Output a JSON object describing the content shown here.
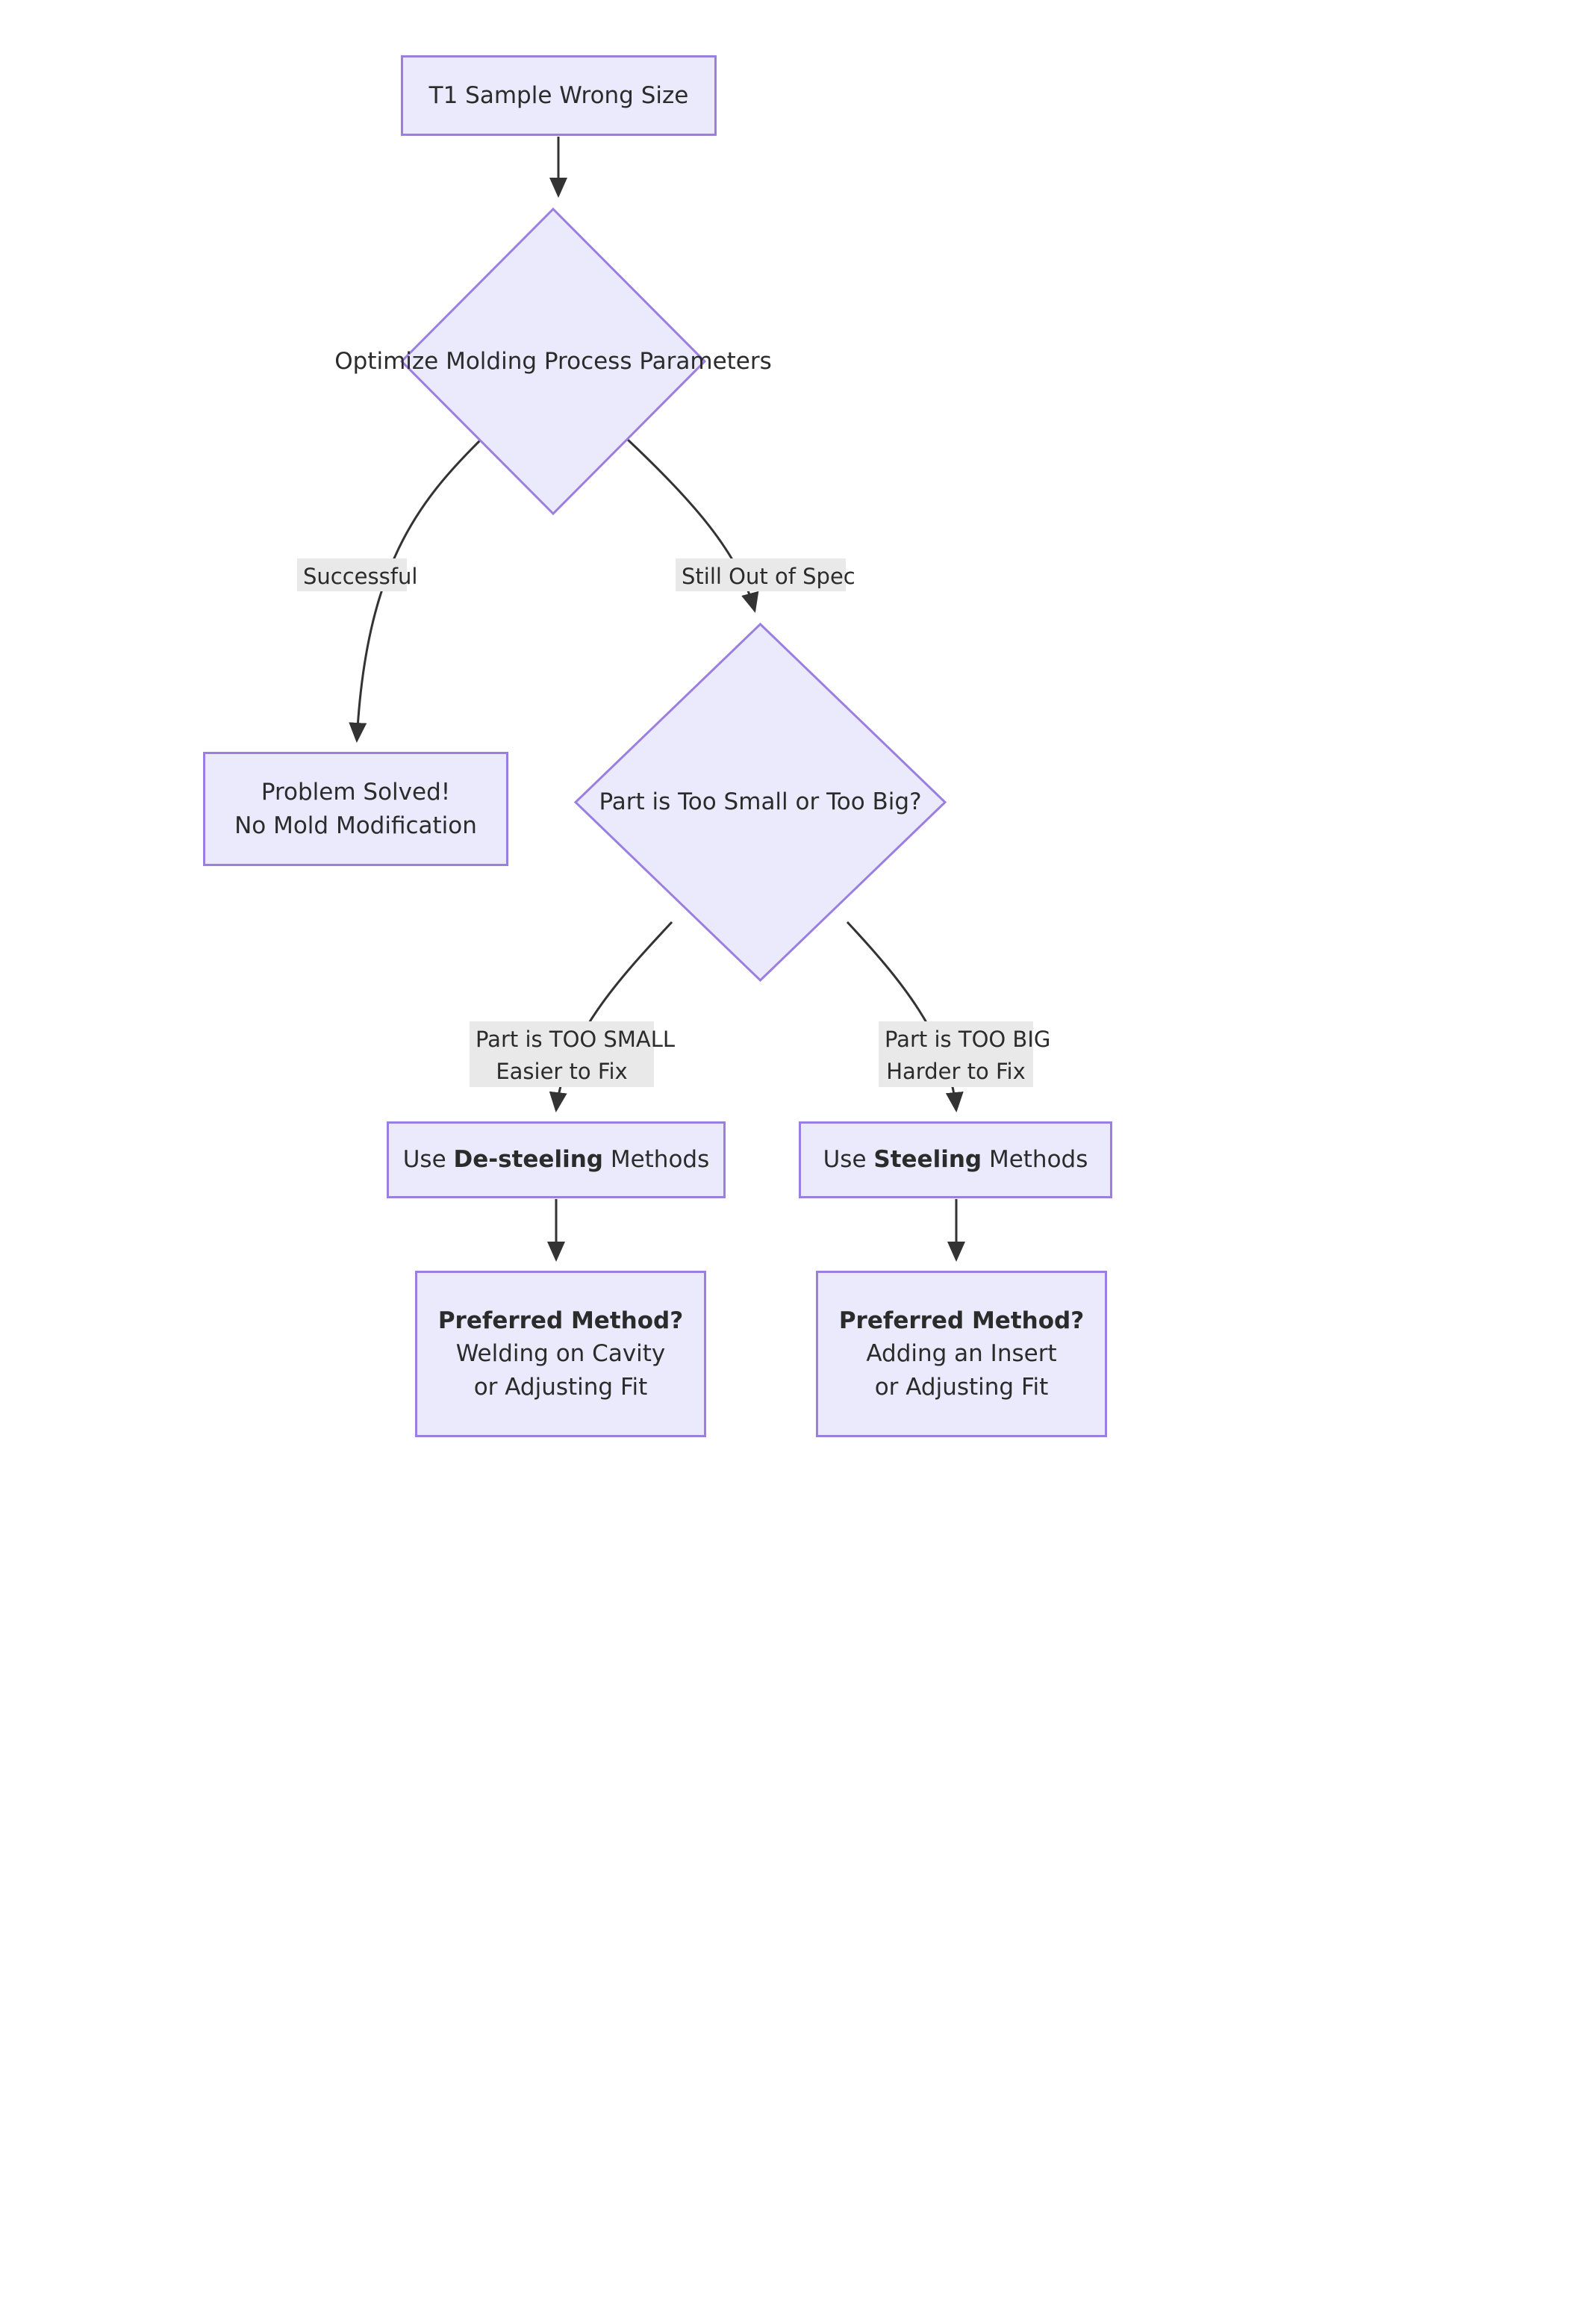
{
  "diagram": {
    "type": "flowchart",
    "direction": "top-down",
    "title": "T1 Sample Wrong Size Troubleshooting Flowchart",
    "theme": {
      "node_fill": "#ebeafc",
      "node_border": "#9b7fe0",
      "edge_stroke": "#333333",
      "edge_label_bg": "#e9e9e9",
      "text_color": "#2b2b2b",
      "background": "#ffffff"
    }
  },
  "nodes": {
    "start": {
      "id": "A",
      "shape": "rectangle",
      "lines": [
        "T1 Sample Wrong Size"
      ]
    },
    "optimize": {
      "id": "B",
      "shape": "diamond",
      "lines": [
        "Optimize Molding",
        "Process Parameters"
      ]
    },
    "solved": {
      "id": "C",
      "shape": "rectangle",
      "lines": [
        "Problem Solved!",
        "No Mold Modification"
      ]
    },
    "size_question": {
      "id": "D",
      "shape": "diamond",
      "lines": [
        "Part is Too Small or Too Big?"
      ]
    },
    "de_steeling": {
      "id": "E",
      "shape": "rectangle",
      "lines": [
        "Use De-steeling Methods"
      ],
      "prefix": "Use ",
      "bold": "De-steeling",
      "suffix": " Methods"
    },
    "steeling": {
      "id": "F",
      "shape": "rectangle",
      "lines": [
        "Use Steeling Methods"
      ],
      "prefix": "Use ",
      "bold": "Steeling",
      "suffix": " Methods"
    },
    "preferred_small": {
      "id": "G",
      "shape": "rectangle",
      "heading": "Preferred Method?",
      "lines": [
        "Welding on Cavity",
        "or Adjusting Fit"
      ]
    },
    "preferred_big": {
      "id": "H",
      "shape": "rectangle",
      "heading": "Preferred Method?",
      "lines": [
        "Adding an Insert",
        "or Adjusting Fit"
      ]
    }
  },
  "edges": [
    {
      "from": "start",
      "to": "optimize",
      "label": ""
    },
    {
      "from": "optimize",
      "to": "solved",
      "label": "Successful"
    },
    {
      "from": "optimize",
      "to": "size_question",
      "label": "Still Out of Spec"
    },
    {
      "from": "size_question",
      "to": "de_steeling",
      "label_line1": "Part is TOO SMALL",
      "label_line2": "Easier to Fix"
    },
    {
      "from": "size_question",
      "to": "steeling",
      "label_line1": "Part is TOO BIG",
      "label_line2": "Harder to Fix"
    },
    {
      "from": "de_steeling",
      "to": "preferred_small",
      "label": ""
    },
    {
      "from": "steeling",
      "to": "preferred_big",
      "label": ""
    }
  ],
  "edge_labels": {
    "successful": "Successful",
    "still_out_of_spec": "Still Out of Spec",
    "too_small_1": "Part is TOO SMALL",
    "too_small_2": "Easier to Fix",
    "too_big_1": "Part is TOO BIG",
    "too_big_2": "Harder to Fix"
  }
}
